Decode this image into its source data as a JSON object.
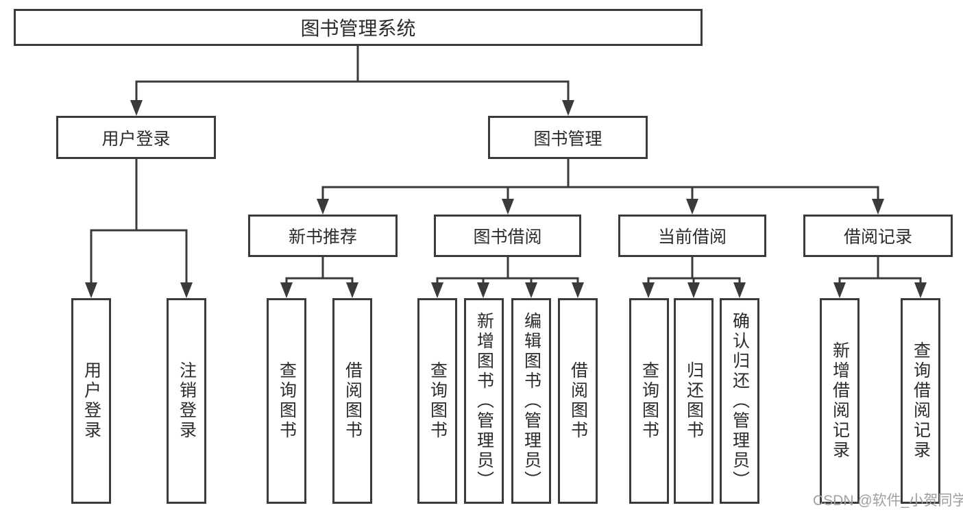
{
  "diagram": {
    "root": {
      "label": "图书管理系统"
    },
    "level2": [
      {
        "label": "用户登录"
      },
      {
        "label": "图书管理"
      }
    ],
    "level3": [
      {
        "label": "新书推荐"
      },
      {
        "label": "图书借阅"
      },
      {
        "label": "当前借阅"
      },
      {
        "label": "借阅记录"
      }
    ],
    "leaves": [
      {
        "label": "用户登录"
      },
      {
        "label": "注销登录"
      },
      {
        "label": "查询图书"
      },
      {
        "label": "借阅图书"
      },
      {
        "label": "查询图书"
      },
      {
        "label": "新增图书（管理员）"
      },
      {
        "label": "编辑图书（管理员）"
      },
      {
        "label": "借阅图书"
      },
      {
        "label": "查询图书"
      },
      {
        "label": "归还图书"
      },
      {
        "label": "确认归还（管理员）"
      },
      {
        "label": "新增借阅记录"
      },
      {
        "label": "查询借阅记录"
      }
    ]
  },
  "watermark": "CSDN @软件_小贺同学",
  "colors": {
    "line": "#3a3a3a",
    "text": "#2b2b2b",
    "watermark": "#9f9f9f",
    "background": "#ffffff"
  }
}
